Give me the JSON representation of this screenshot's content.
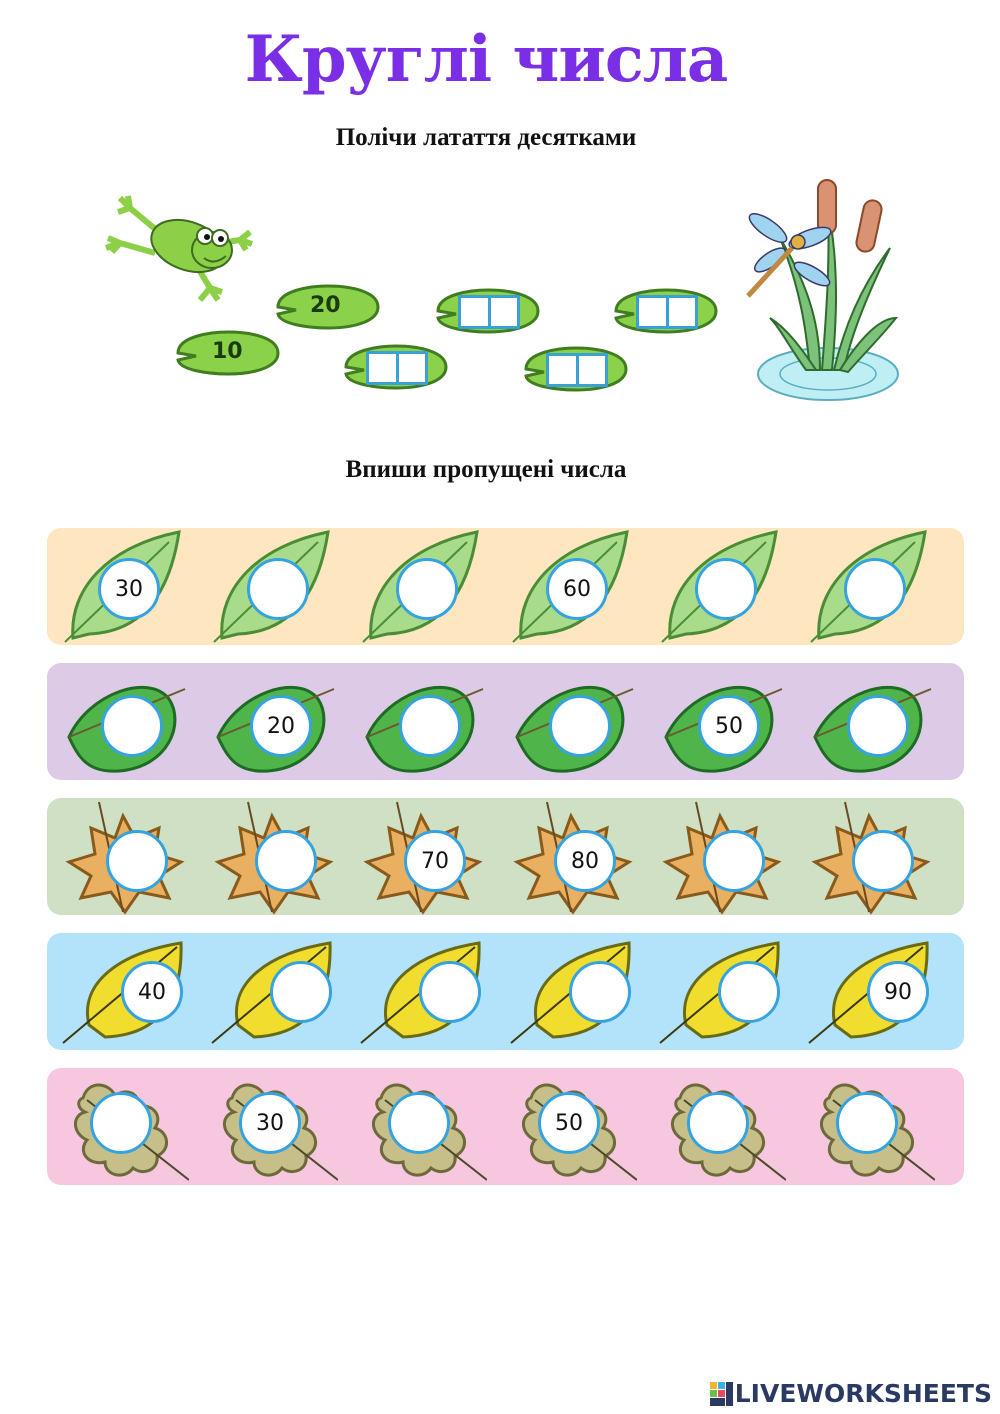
{
  "title": "Круглі числа",
  "section1": {
    "instruction": "Полічи латаття десятками",
    "pads": [
      {
        "value": "10"
      },
      {
        "value": "20"
      },
      {
        "value": ""
      },
      {
        "value": ""
      },
      {
        "value": ""
      },
      {
        "value": ""
      }
    ]
  },
  "section2": {
    "instruction": "Впиши пропущені числа",
    "rows": [
      {
        "leaf": "willow-leaf-icon",
        "color": "#fde6c0",
        "cells": [
          "30",
          "",
          "",
          "60",
          "",
          ""
        ]
      },
      {
        "leaf": "linden-leaf-icon",
        "color": "#dccae6",
        "cells": [
          "",
          "20",
          "",
          "",
          "50",
          ""
        ]
      },
      {
        "leaf": "maple-leaf-icon",
        "color": "#cfe0c4",
        "cells": [
          "",
          "",
          "70",
          "80",
          "",
          ""
        ]
      },
      {
        "leaf": "birch-leaf-icon",
        "color": "#b3e3fa",
        "cells": [
          "40",
          "",
          "",
          "",
          "",
          "90"
        ]
      },
      {
        "leaf": "oak-leaf-icon",
        "color": "#f7c7df",
        "cells": [
          "",
          "30",
          "",
          "50",
          "",
          ""
        ]
      }
    ]
  },
  "footer": {
    "brand": "LIVEWORKSHEETS"
  }
}
